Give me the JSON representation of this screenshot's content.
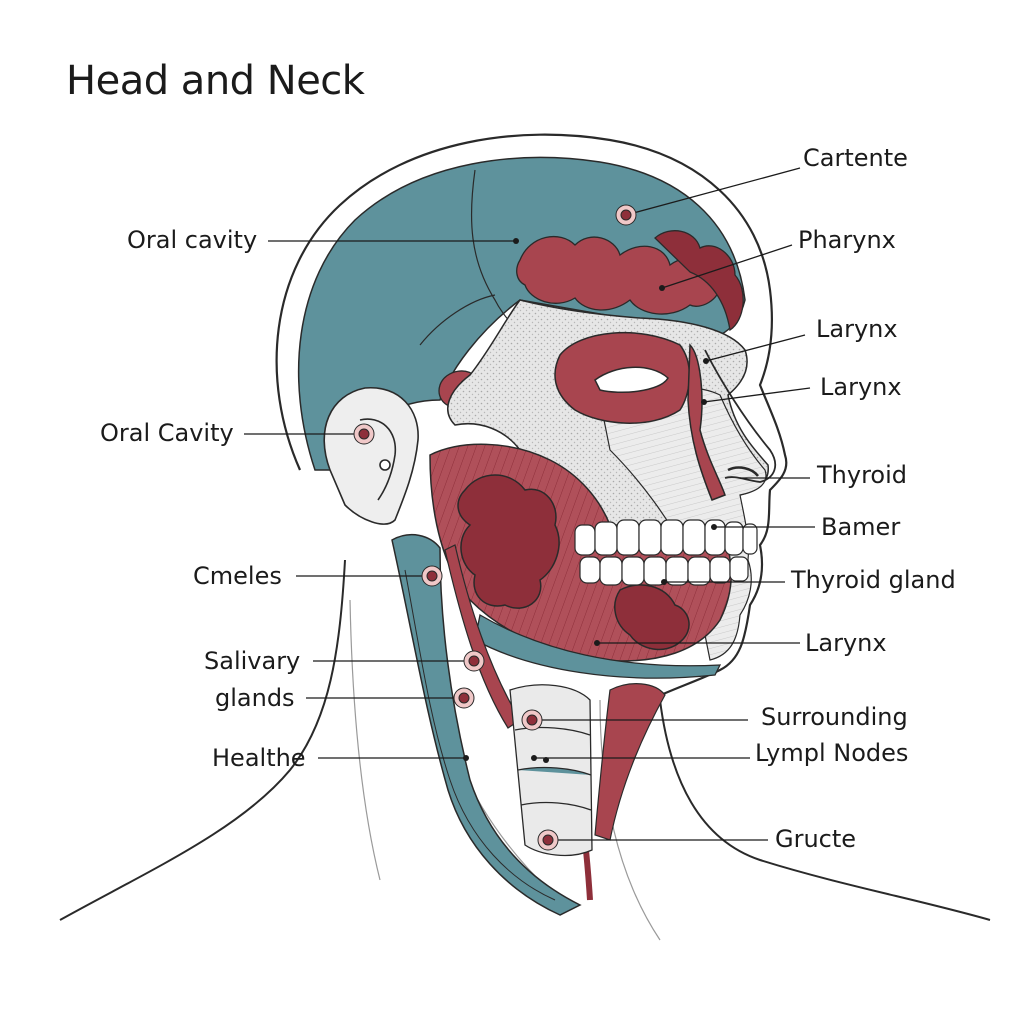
{
  "title": "Head and Neck",
  "colors": {
    "teal": "#5e929c",
    "muscle": "#a8454f",
    "muscle_dark": "#8e2f3a",
    "bone": "#d9d9d9",
    "outline": "#2a2a2a",
    "marker_ring": "#f0c8c8"
  },
  "labels": {
    "left": [
      "Oral cavity",
      "Oral Cavity",
      "Cmeles",
      "Salivary",
      "glands",
      "Healthe"
    ],
    "right": [
      "Cartente",
      "Pharynx",
      "Larynx",
      "Larynx",
      "Thyroid",
      "Bamer",
      "Thyroid gland",
      "Larynx",
      "Surrounding",
      "Lympl Nodes",
      "Gructe"
    ]
  }
}
